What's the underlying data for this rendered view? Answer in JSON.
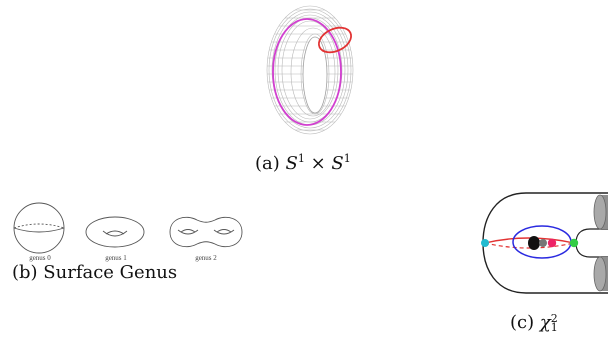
{
  "figures": {
    "a": {
      "caption_prefix": "(a)",
      "math": {
        "s1": "S",
        "sup1": "1",
        "times": "×",
        "s2": "S",
        "sup2": "1"
      }
    },
    "b": {
      "caption": "(b) Surface Genus",
      "genus_labels": [
        "genus 0",
        "genus 1",
        "genus 2"
      ]
    },
    "c": {
      "caption_prefix": "(c)",
      "math": {
        "chi": "χ",
        "sup": "2",
        "sub": "1"
      }
    }
  },
  "colors": {
    "mesh": "#b8b8b8",
    "magenta_loop": "#d23fd0",
    "red_loop": "#e23333",
    "blue_loop": "#2a2ae0",
    "cyan_dot": "#22bbd0",
    "green_dot": "#33cc44",
    "pink_dot": "#ee2266"
  }
}
